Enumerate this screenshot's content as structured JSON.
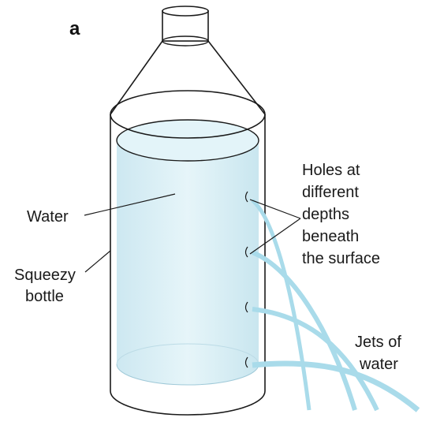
{
  "panel_label": "a",
  "labels": {
    "water": "Water",
    "bottle_line1": "Squeezy",
    "bottle_line2": "bottle",
    "holes": [
      "Holes at",
      "different",
      "depths",
      "beneath",
      "the surface"
    ],
    "jets_line1": "Jets of",
    "jets_line2": "water"
  },
  "colors": {
    "water_fill": "#cfe9f2",
    "water_surface": "#e4f4f9",
    "jet": "#a9dbea",
    "outline": "#1a1a1a"
  }
}
